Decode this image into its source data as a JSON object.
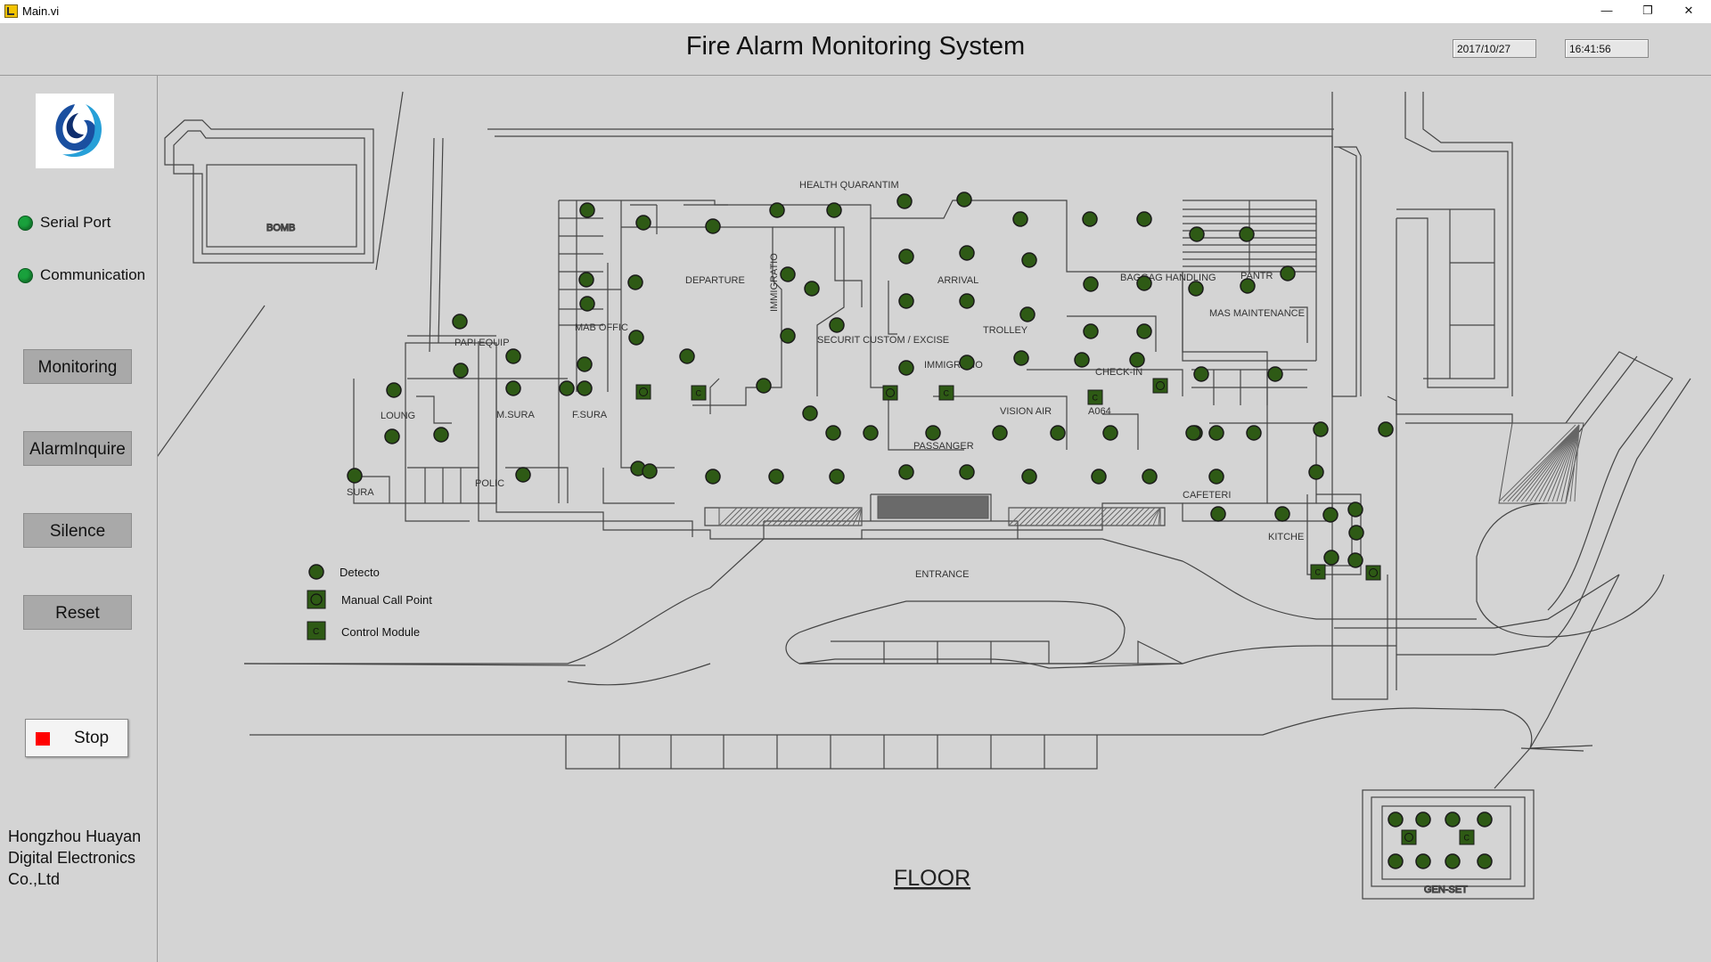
{
  "window": {
    "title": "Main.vi",
    "minimize": "—",
    "restore": "❐",
    "close": "✕"
  },
  "header": {
    "title": "Fire Alarm Monitoring System",
    "date": "2017/10/27",
    "time": "16:41:56"
  },
  "sidebar": {
    "indicators": [
      {
        "label": "Serial Port",
        "color": "#19a13c"
      },
      {
        "label": "Communication",
        "color": "#19a13c"
      }
    ],
    "buttons": {
      "monitoring": "Monitoring",
      "alarm_inquire": "AlarmInquire",
      "silence": "Silence",
      "reset": "Reset",
      "stop": "Stop"
    },
    "company": [
      "Hongzhou Huayan",
      "Digital Electronics",
      "Co.,Ltd"
    ]
  },
  "floorplan": {
    "floor_label": "FLOOR",
    "rooms": [
      "BOMB",
      "PAPI EQUIP",
      "LOUNG",
      "M.SURA",
      "F.SURA",
      "MAB OFFIC",
      "DEPARTURE",
      "IMMIGRATIO",
      "HEALTH QUARANTIM",
      "SECURIT CUSTOM / EXCISE",
      "ARRIVAL",
      "TROLLEY",
      "IMMIGRATIO",
      "BAGGAG HANDLING",
      "PANTR",
      "MAS MAINTENANCE",
      "CHECK-IN",
      "VISION AIR",
      "PASSANGER",
      "SURA",
      "POLIC",
      "CAFETERI",
      "KITCHE",
      "ENTRANCE",
      "GEN-SET"
    ],
    "device_id": "A064",
    "legend": [
      {
        "label": "Detecto",
        "icon": "detector-icon"
      },
      {
        "label": "Manual Call Point",
        "icon": "manual-call-point-icon"
      },
      {
        "label": "Control Module",
        "icon": "control-module-icon"
      }
    ],
    "detector_color": "#2e5a15",
    "control_module_glyph": "C"
  }
}
